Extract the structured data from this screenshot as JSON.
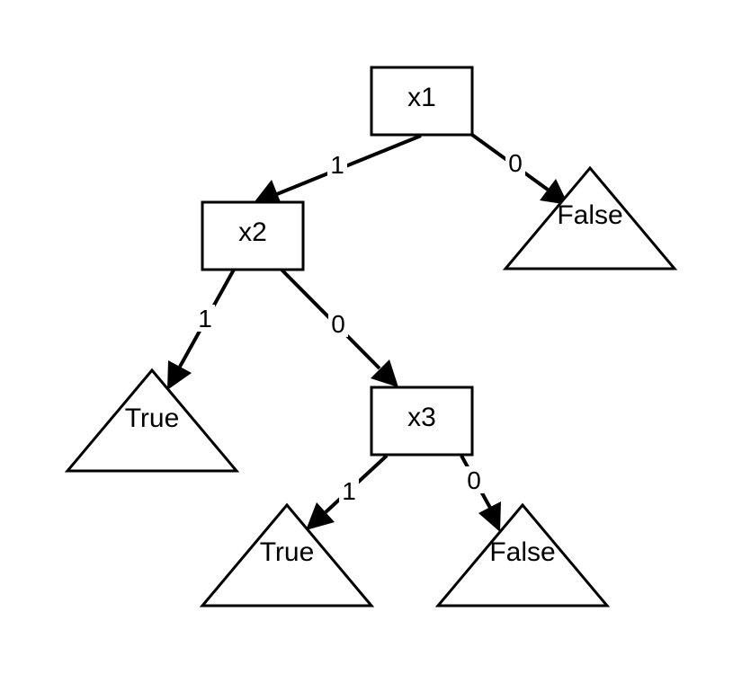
{
  "nodes": {
    "x1": "x1",
    "x2": "x2",
    "x3": "x3"
  },
  "leaves": {
    "x1_false": "False",
    "x2_true": "True",
    "x3_true": "True",
    "x3_false": "False"
  },
  "edges": {
    "x1_to_x2": "1",
    "x1_to_false": "0",
    "x2_to_true": "1",
    "x2_to_x3": "0",
    "x3_to_true": "1",
    "x3_to_false": "0"
  }
}
